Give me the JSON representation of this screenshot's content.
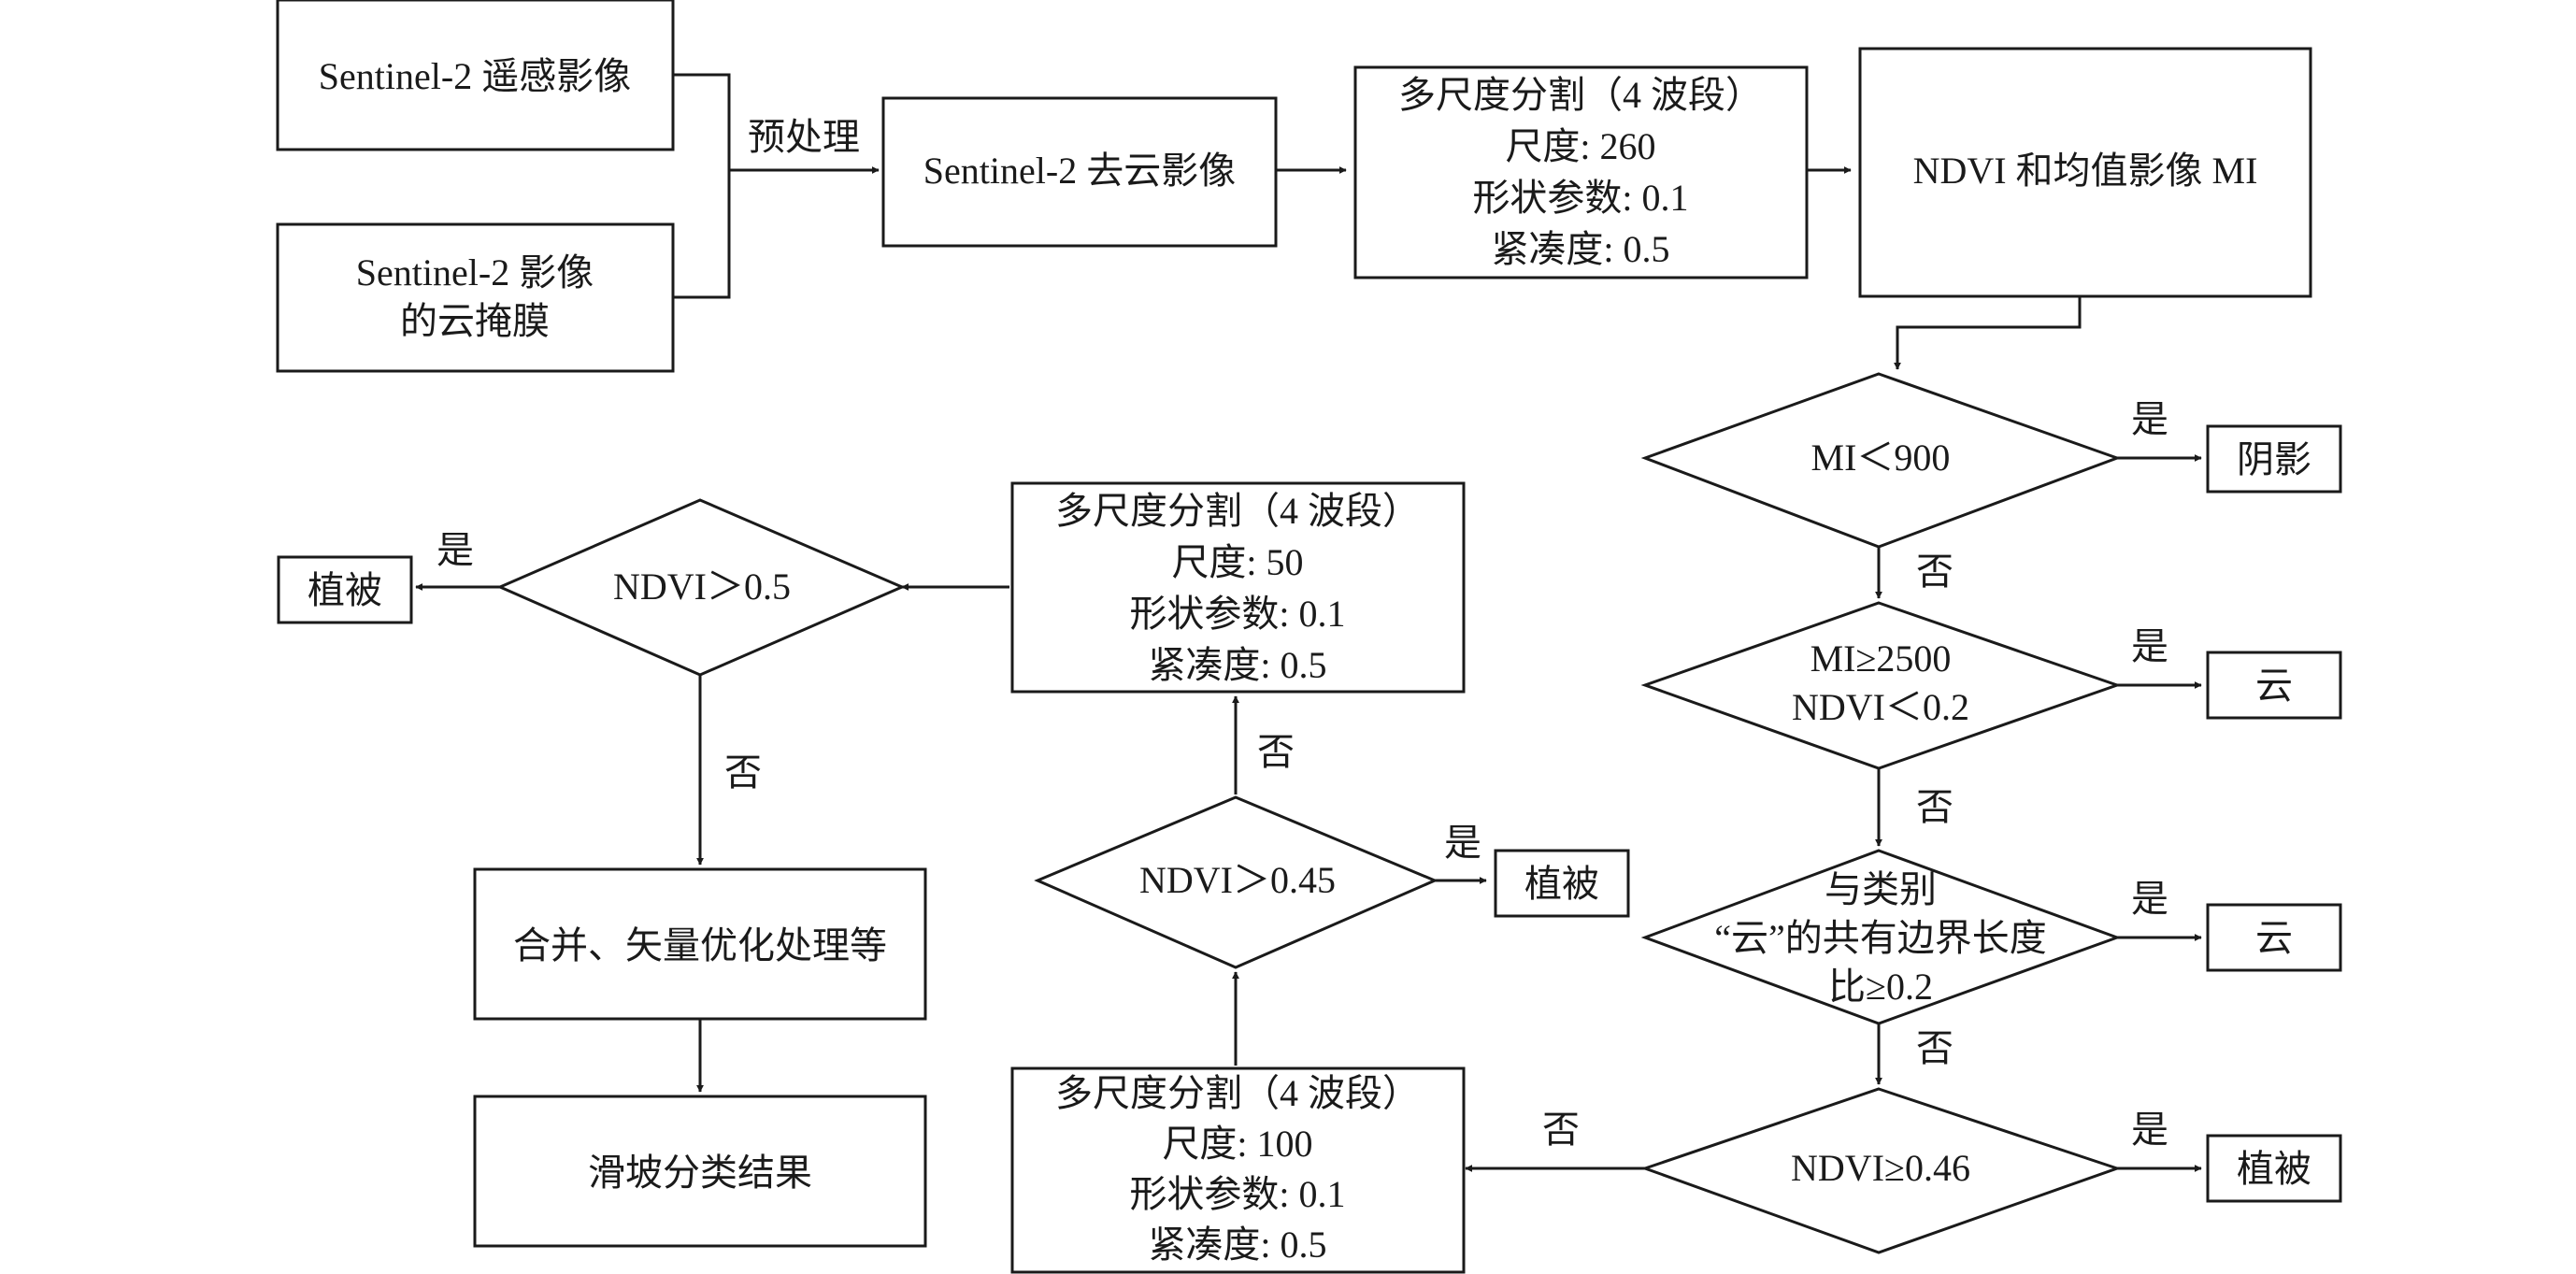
{
  "nodes": {
    "s2_imagery": "Sentinel-2 遥感影像",
    "s2_cloud_mask": [
      "Sentinel-2 影像",
      "的云掩膜"
    ],
    "preprocess_label": "预处理",
    "s2_cloudfree": "Sentinel-2 去云影像",
    "seg_260": [
      "多尺度分割（4 波段）",
      "尺度: 260",
      "形状参数: 0.1",
      "紧凑度: 0.5"
    ],
    "ndvi_mi": "NDVI 和均值影像 MI",
    "d_mi900": "MI＜900",
    "out_shadow": "阴影",
    "d_mi2500": [
      "MI≥2500",
      "NDVI＜0.2"
    ],
    "out_cloud_1": "云",
    "d_border": [
      "与类别",
      "“云”的共有边界长度",
      "比≥0.2"
    ],
    "out_cloud_2": "云",
    "d_ndvi046": "NDVI≥0.46",
    "out_veg_1": "植被",
    "seg_100": [
      "多尺度分割（4 波段）",
      "尺度: 100",
      "形状参数: 0.1",
      "紧凑度: 0.5"
    ],
    "d_ndvi045": "NDVI＞0.45",
    "out_veg_2": "植被",
    "seg_50": [
      "多尺度分割（4 波段）",
      "尺度: 50",
      "形状参数: 0.1",
      "紧凑度: 0.5"
    ],
    "d_ndvi05": "NDVI＞0.5",
    "out_veg_3": "植被",
    "merge": "合并、矢量优化处理等",
    "result": "滑坡分类结果"
  },
  "edge_labels": {
    "yes": "是",
    "no": "否"
  }
}
